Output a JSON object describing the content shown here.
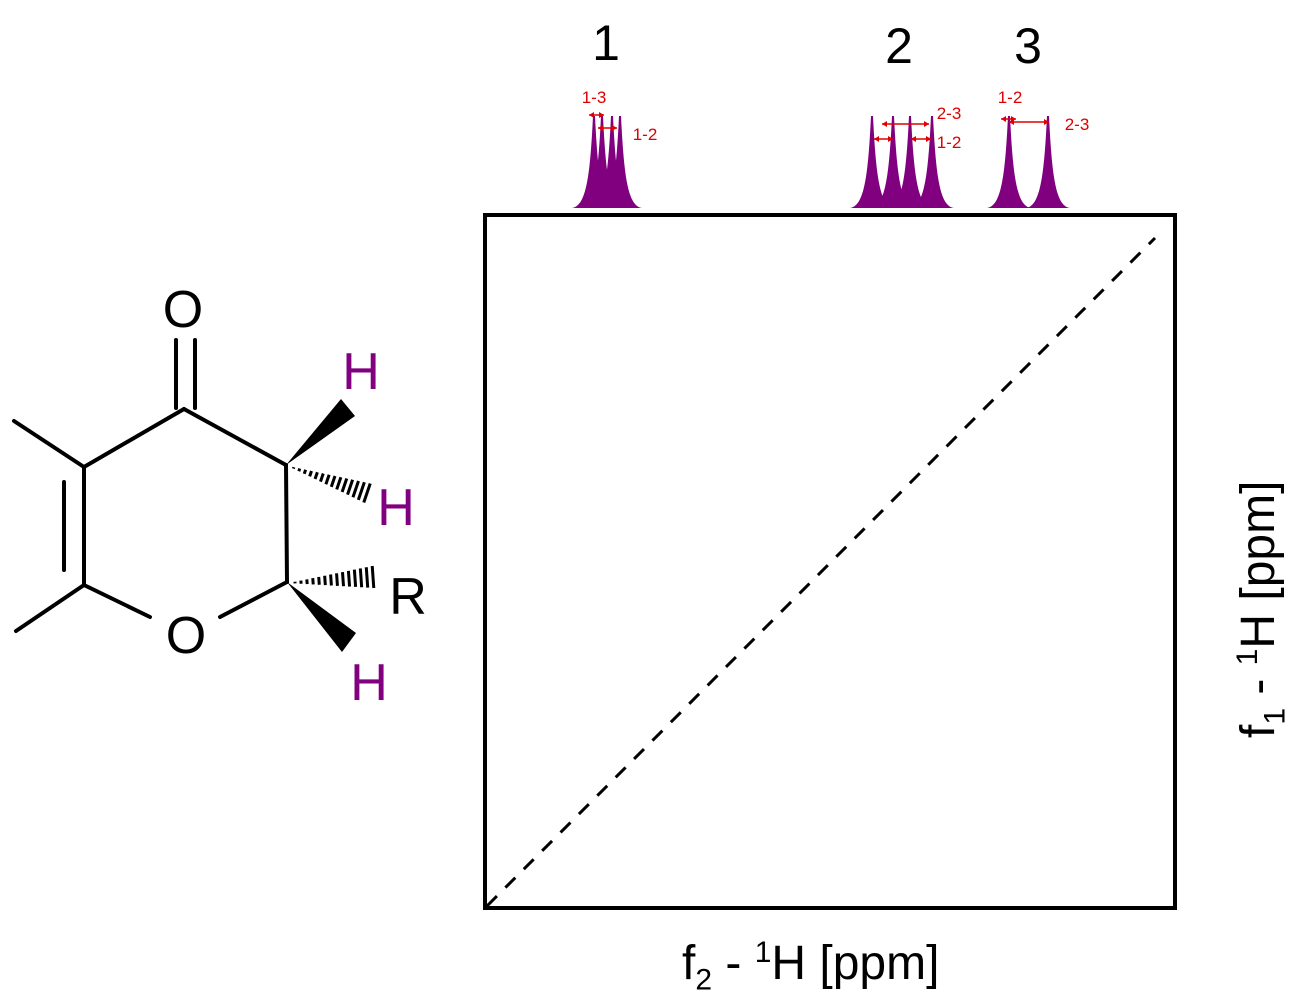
{
  "molecule": {
    "carbonyl_oxygen": "O",
    "ring_oxygen": "O",
    "substituent": "R",
    "hydrogens": [
      "H",
      "H",
      "H"
    ],
    "h_color": "#800080"
  },
  "multiplets": [
    {
      "label": "1",
      "couplings": [
        "1-3",
        "1-2"
      ]
    },
    {
      "label": "2",
      "couplings": [
        "2-3",
        "1-2"
      ]
    },
    {
      "label": "3",
      "couplings": [
        "1-2",
        "2-3"
      ]
    }
  ],
  "colors": {
    "peak": "#800080",
    "coupling": "#e00000"
  },
  "axes": {
    "f2": {
      "main": "f",
      "sub": "2",
      "dash": " - ",
      "sup": "1",
      "rest": "H [ppm]"
    },
    "f1": {
      "main": "f",
      "sub": "1",
      "dash": " - ",
      "sup": "1",
      "rest": "H [ppm]"
    }
  }
}
